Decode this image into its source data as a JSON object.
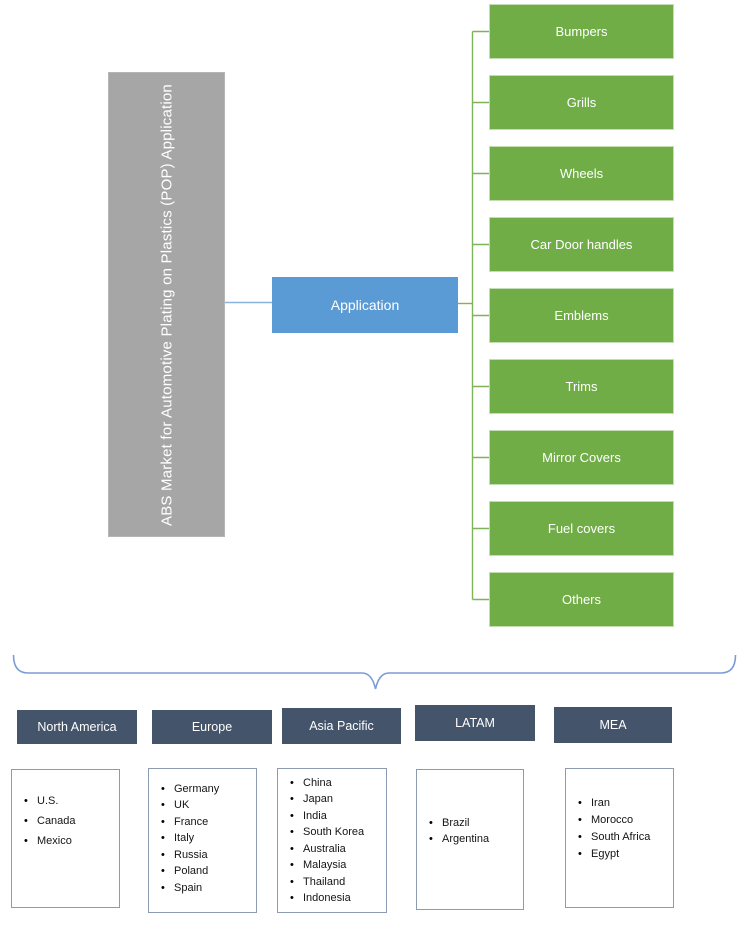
{
  "diagram": {
    "root_label": "ABS Market for Automotive Plating on Plastics (POP) Application",
    "branch_label": "Application",
    "applications": [
      "Bumpers",
      "Grills",
      "Wheels",
      "Car Door handles",
      "Emblems",
      "Trims",
      "Mirror Covers",
      "Fuel covers",
      "Others"
    ]
  },
  "regions": [
    {
      "label": "North America",
      "countries": [
        "U.S.",
        "Canada",
        "Mexico"
      ]
    },
    {
      "label": "Europe",
      "countries": [
        "Germany",
        "UK",
        "France",
        "Italy",
        "Russia",
        "Poland",
        "Spain"
      ]
    },
    {
      "label": "Asia Pacific",
      "countries": [
        "China",
        "Japan",
        "India",
        "South Korea",
        "Australia",
        "Malaysia",
        "Thailand",
        "Indonesia"
      ]
    },
    {
      "label": "LATAM",
      "countries": [
        "Brazil",
        "Argentina"
      ]
    },
    {
      "label": "MEA",
      "countries": [
        "Iran",
        "Morocco",
        "South Africa",
        "Egypt"
      ]
    }
  ],
  "colors": {
    "root_fill": "#a6a6a6",
    "branch_fill": "#5b9bd5",
    "leaf_fill": "#70ad47",
    "leaf_border": "#c5ddb2",
    "region_header_fill": "#44546a",
    "connector_green": "#7fb35a",
    "connector_blue": "#8ab4dd",
    "brace": "#7d9bd6",
    "list_border": "#8d9bb0",
    "bullet": "#000000"
  }
}
